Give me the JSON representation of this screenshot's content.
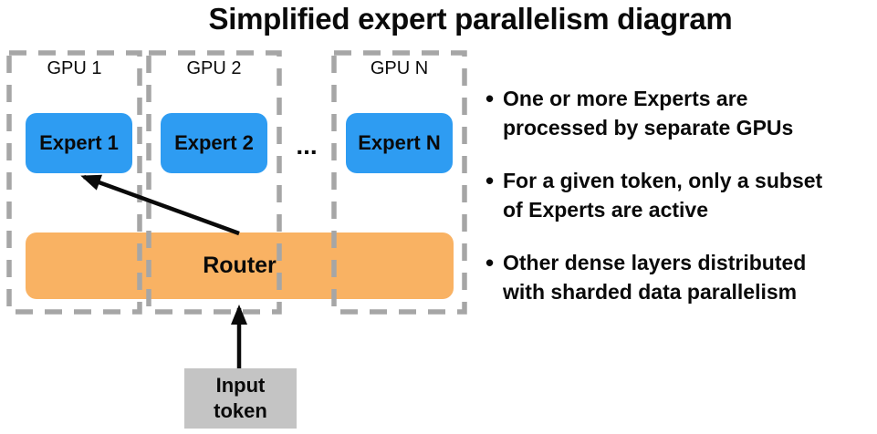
{
  "title": "Simplified expert parallelism diagram",
  "colors": {
    "expert-blue": "#2E9CF2",
    "router-orange": "#F9B263",
    "token-gray": "#C4C4C4",
    "dash-gray": "#A6A6A6",
    "ink": "#0a0a0a"
  },
  "diagram": {
    "gpus": [
      {
        "label": "GPU 1",
        "expert": "Expert 1"
      },
      {
        "label": "GPU 2",
        "expert": "Expert 2"
      },
      {
        "label": "GPU N",
        "expert": "Expert N"
      }
    ],
    "ellipsis": "...",
    "router_label": "Router",
    "input_token": {
      "lines": [
        "Input",
        "token"
      ]
    }
  },
  "notes": {
    "bullet_glyph": "•",
    "items": [
      {
        "lines": [
          "One or more Experts are",
          "processed by separate GPUs"
        ]
      },
      {
        "lines": [
          "For a given token, only a subset",
          "of Experts are active"
        ]
      },
      {
        "lines": [
          "Other dense layers distributed",
          "with sharded data parallelism"
        ]
      }
    ]
  }
}
